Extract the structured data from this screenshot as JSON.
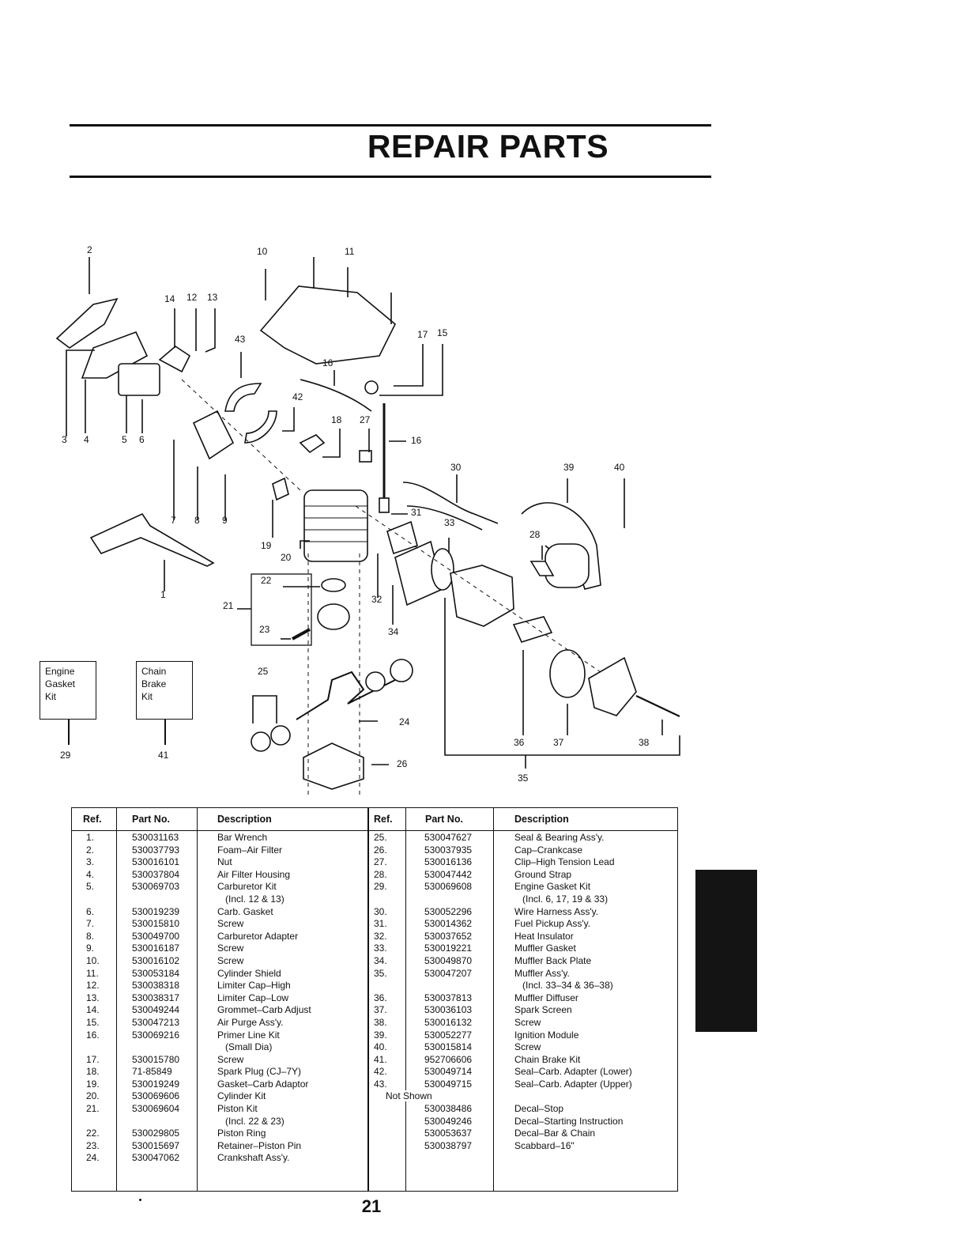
{
  "title": "REPAIR PARTS",
  "page_number": "21",
  "kits": [
    {
      "lines": [
        "Engine",
        "Gasket",
        "Kit"
      ],
      "ref": "29"
    },
    {
      "lines": [
        "Chain",
        "Brake",
        "Kit"
      ],
      "ref": "41"
    }
  ],
  "callouts": [
    "2",
    "10",
    "11",
    "14",
    "12",
    "13",
    "43",
    "16",
    "17",
    "15",
    "3",
    "4",
    "5",
    "6",
    "42",
    "18",
    "27",
    "16",
    "30",
    "39",
    "40",
    "7",
    "8",
    "9",
    "31",
    "33",
    "28",
    "19",
    "20",
    "1",
    "22",
    "21",
    "23",
    "32",
    "34",
    "25",
    "24",
    "26",
    "36",
    "37",
    "38",
    "35"
  ],
  "table": {
    "headers": {
      "ref": "Ref.",
      "part": "Part No.",
      "desc": "Description"
    },
    "left": [
      {
        "ref": "1.",
        "part": "530031163",
        "desc": "Bar Wrench"
      },
      {
        "ref": "2.",
        "part": "530037793",
        "desc": "Foam–Air Filter"
      },
      {
        "ref": "3.",
        "part": "530016101",
        "desc": "Nut"
      },
      {
        "ref": "4.",
        "part": "530037804",
        "desc": "Air Filter Housing"
      },
      {
        "ref": "5.",
        "part": "530069703",
        "desc": "Carburetor Kit"
      },
      {
        "ref": "",
        "part": "",
        "desc": "(Incl. 12 & 13)",
        "sub": true
      },
      {
        "ref": "6.",
        "part": "530019239",
        "desc": "Carb. Gasket"
      },
      {
        "ref": "7.",
        "part": "530015810",
        "desc": "Screw"
      },
      {
        "ref": "8.",
        "part": "530049700",
        "desc": "Carburetor Adapter"
      },
      {
        "ref": "9.",
        "part": "530016187",
        "desc": "Screw"
      },
      {
        "ref": "10.",
        "part": "530016102",
        "desc": "Screw"
      },
      {
        "ref": "11.",
        "part": "530053184",
        "desc": "Cylinder Shield"
      },
      {
        "ref": "12.",
        "part": "530038318",
        "desc": "Limiter Cap–High"
      },
      {
        "ref": "13.",
        "part": "530038317",
        "desc": "Limiter Cap–Low"
      },
      {
        "ref": "14.",
        "part": "530049244",
        "desc": "Grommet–Carb Adjust"
      },
      {
        "ref": "15.",
        "part": "530047213",
        "desc": "Air Purge Ass'y."
      },
      {
        "ref": "16.",
        "part": "530069216",
        "desc": "Primer Line Kit"
      },
      {
        "ref": "",
        "part": "",
        "desc": "(Small Dia)",
        "sub": true
      },
      {
        "ref": "17.",
        "part": "530015780",
        "desc": "Screw"
      },
      {
        "ref": "18.",
        "part": "71-85849",
        "desc": "Spark Plug (CJ–7Y)"
      },
      {
        "ref": "19.",
        "part": "530019249",
        "desc": "Gasket–Carb Adaptor"
      },
      {
        "ref": "20.",
        "part": "530069606",
        "desc": "Cylinder Kit"
      },
      {
        "ref": "21.",
        "part": "530069604",
        "desc": "Piston Kit"
      },
      {
        "ref": "",
        "part": "",
        "desc": "(Incl. 22 & 23)",
        "sub": true
      },
      {
        "ref": "22.",
        "part": "530029805",
        "desc": "Piston Ring"
      },
      {
        "ref": "23.",
        "part": "530015697",
        "desc": "Retainer–Piston Pin"
      },
      {
        "ref": "24.",
        "part": "530047062",
        "desc": "Crankshaft Ass'y."
      }
    ],
    "right": [
      {
        "ref": "25.",
        "part": "530047627",
        "desc": "Seal & Bearing Ass'y."
      },
      {
        "ref": "26.",
        "part": "530037935",
        "desc": "Cap–Crankcase"
      },
      {
        "ref": "27.",
        "part": "530016136",
        "desc": "Clip–High Tension Lead"
      },
      {
        "ref": "28.",
        "part": "530047442",
        "desc": "Ground Strap"
      },
      {
        "ref": "29.",
        "part": "530069608",
        "desc": "Engine Gasket Kit"
      },
      {
        "ref": "",
        "part": "",
        "desc": "(Incl. 6, 17, 19 & 33)",
        "sub": true
      },
      {
        "ref": "30.",
        "part": "530052296",
        "desc": "Wire Harness Ass'y."
      },
      {
        "ref": "31.",
        "part": "530014362",
        "desc": "Fuel Pickup Ass'y."
      },
      {
        "ref": "32.",
        "part": "530037652",
        "desc": "Heat Insulator"
      },
      {
        "ref": "33.",
        "part": "530019221",
        "desc": "Muffler Gasket"
      },
      {
        "ref": "34.",
        "part": "530049870",
        "desc": "Muffler Back Plate"
      },
      {
        "ref": "35.",
        "part": "530047207",
        "desc": "Muffler Ass'y."
      },
      {
        "ref": "",
        "part": "",
        "desc": "(Incl. 33–34 & 36–38)",
        "sub": true
      },
      {
        "ref": "36.",
        "part": "530037813",
        "desc": "Muffler Diffuser"
      },
      {
        "ref": "37.",
        "part": "530036103",
        "desc": "Spark Screen"
      },
      {
        "ref": "38.",
        "part": "530016132",
        "desc": "Screw"
      },
      {
        "ref": "39.",
        "part": "530052277",
        "desc": "Ignition Module"
      },
      {
        "ref": "40.",
        "part": "530015814",
        "desc": "Screw"
      },
      {
        "ref": "41.",
        "part": "952706606",
        "desc": "Chain Brake Kit"
      },
      {
        "ref": "42.",
        "part": "530049714",
        "desc": "Seal–Carb. Adapter (Lower)"
      },
      {
        "ref": "43.",
        "part": "530049715",
        "desc": "Seal–Carb. Adapter (Upper)"
      },
      {
        "ref": "",
        "part": "",
        "desc": ""
      },
      {
        "ref": "",
        "part": "530038486",
        "desc": "Decal–Stop"
      },
      {
        "ref": "",
        "part": "530049246",
        "desc": "Decal–Starting Instruction"
      },
      {
        "ref": "",
        "part": "530053637",
        "desc": "Decal–Bar & Chain"
      },
      {
        "ref": "",
        "part": "530038797",
        "desc": "Scabbard–16\""
      }
    ],
    "not_shown_label": "Not Shown"
  }
}
